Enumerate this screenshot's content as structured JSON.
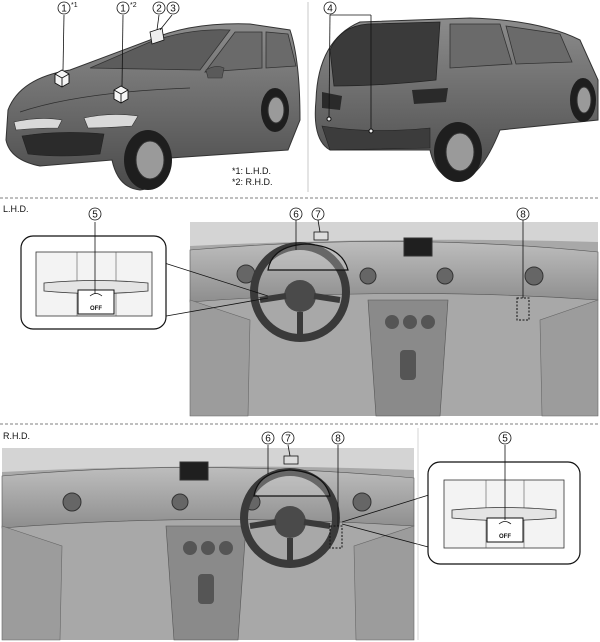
{
  "labels": {
    "l1": "1",
    "l1_sup_a": "*1",
    "l1_sup_b": "*2",
    "l2": "2",
    "l3": "3",
    "l4": "4",
    "l5": "5",
    "l6": "6",
    "l7": "7",
    "l8": "8"
  },
  "notes": [
    "*1: L.H.D.",
    "*2: R.H.D."
  ],
  "sections": {
    "lhd": "L.H.D.",
    "rhd": "R.H.D."
  },
  "switch_text": "OFF"
}
